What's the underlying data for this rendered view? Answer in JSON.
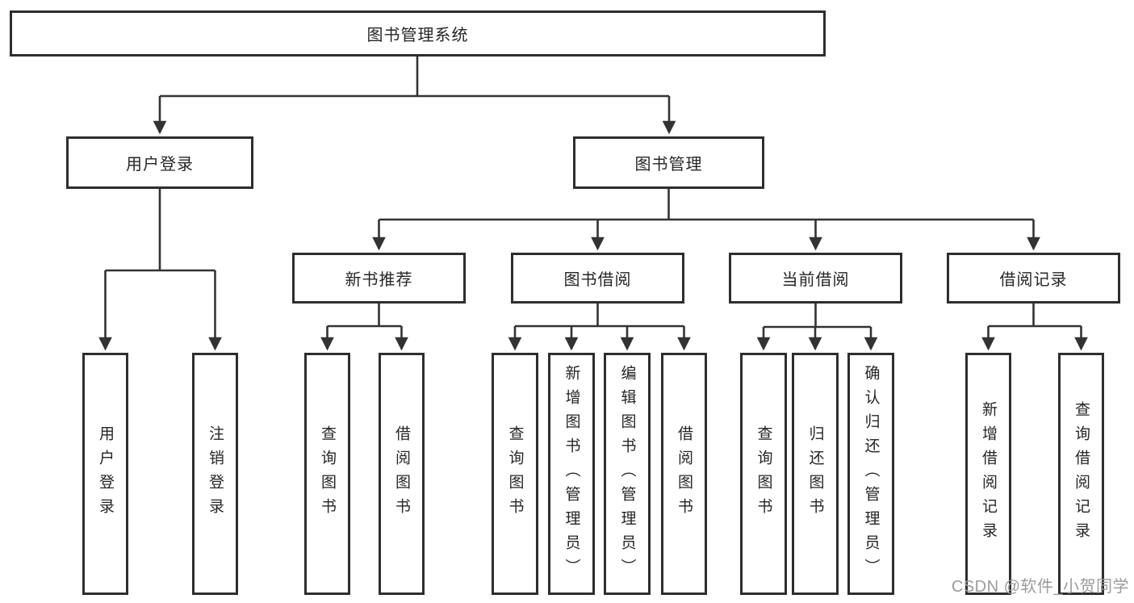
{
  "diagram": {
    "root": {
      "label": "图书管理系统"
    },
    "level2": [
      {
        "label": "用户登录"
      },
      {
        "label": "图书管理"
      }
    ],
    "level3": [
      {
        "label": "新书推荐"
      },
      {
        "label": "图书借阅"
      },
      {
        "label": "当前借阅"
      },
      {
        "label": "借阅记录"
      }
    ],
    "leaves": [
      {
        "label": "用户登录"
      },
      {
        "label": "注销登录"
      },
      {
        "label": "查询图书"
      },
      {
        "label": "借阅图书"
      },
      {
        "label": "查询图书"
      },
      {
        "label": "新增图书（管理员）"
      },
      {
        "label": "编辑图书（管理员）"
      },
      {
        "label": "借阅图书"
      },
      {
        "label": "查询图书"
      },
      {
        "label": "归还图书"
      },
      {
        "label": "确认归还（管理员）"
      },
      {
        "label": "新增借阅记录"
      },
      {
        "label": "查询借阅记录"
      }
    ]
  },
  "watermark": {
    "text": "CSDN @软件_小贺同学"
  },
  "colors": {
    "line": "#333333",
    "box_border": "#2e2e2e",
    "text": "#262626",
    "watermark": "#9b9b9b",
    "background": "#ffffff"
  }
}
